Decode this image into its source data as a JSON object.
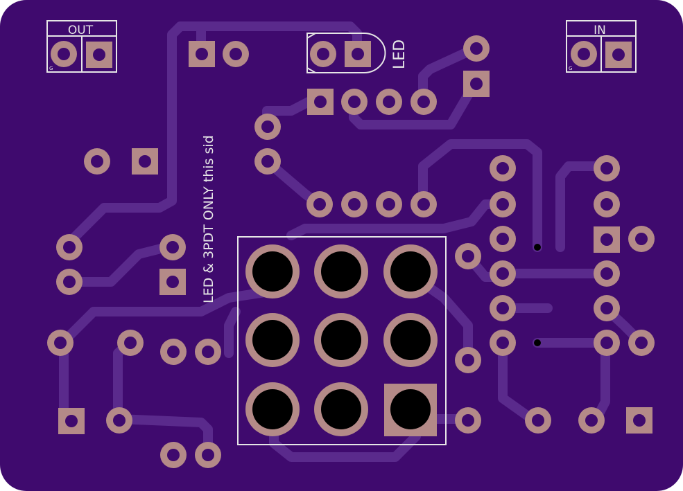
{
  "colors": {
    "board": "#3f0a6e",
    "trace": "#5a2a8c",
    "pad": "#b48a88",
    "silkscreen": "#e6e6e6",
    "hole": "#000000"
  },
  "labels": {
    "out": "OUT",
    "in": "IN",
    "led": "LED",
    "side_note": "LED & 3PDT ONLY this sid",
    "small_marker_left": "G",
    "small_marker_right": "G"
  },
  "components": [
    {
      "name": "out-jack-header",
      "pins": 2
    },
    {
      "name": "in-jack-header",
      "pins": 2
    },
    {
      "name": "led-footprint",
      "pins": 2
    },
    {
      "name": "3pdt-footswitch",
      "pins": 9
    },
    {
      "name": "ic-socket-8pin",
      "pins": 8
    }
  ]
}
